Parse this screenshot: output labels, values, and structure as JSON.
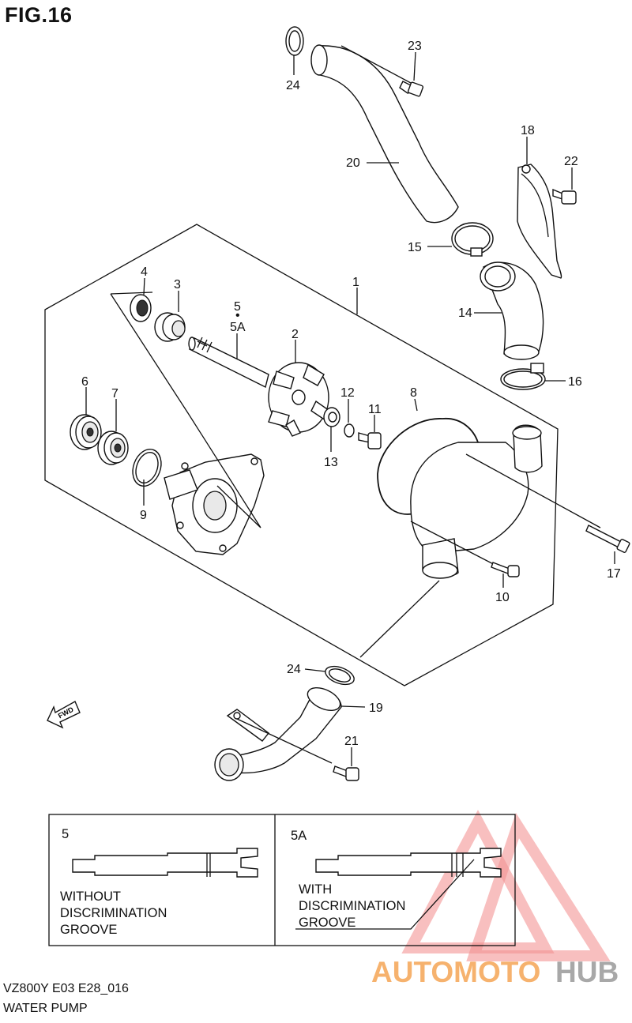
{
  "figure": {
    "title": "FIG.16",
    "code": "VZ800Y E03 E28_016",
    "caption": "WATER PUMP"
  },
  "callouts": [
    {
      "id": "c1",
      "label": "1"
    },
    {
      "id": "c2",
      "label": "2"
    },
    {
      "id": "c3",
      "label": "3"
    },
    {
      "id": "c4",
      "label": "4"
    },
    {
      "id": "c5",
      "label": "5"
    },
    {
      "id": "c5a",
      "label": "5A"
    },
    {
      "id": "c6",
      "label": "6"
    },
    {
      "id": "c7",
      "label": "7"
    },
    {
      "id": "c8",
      "label": "8"
    },
    {
      "id": "c9",
      "label": "9"
    },
    {
      "id": "c10",
      "label": "10"
    },
    {
      "id": "c11",
      "label": "11"
    },
    {
      "id": "c12",
      "label": "12"
    },
    {
      "id": "c13",
      "label": "13"
    },
    {
      "id": "c14",
      "label": "14"
    },
    {
      "id": "c15",
      "label": "15"
    },
    {
      "id": "c16",
      "label": "16"
    },
    {
      "id": "c17",
      "label": "17"
    },
    {
      "id": "c18",
      "label": "18"
    },
    {
      "id": "c19",
      "label": "19"
    },
    {
      "id": "c20",
      "label": "20"
    },
    {
      "id": "c21",
      "label": "21"
    },
    {
      "id": "c22",
      "label": "22"
    },
    {
      "id": "c23",
      "label": "23"
    },
    {
      "id": "c24a",
      "label": "24"
    },
    {
      "id": "c24b",
      "label": "24"
    }
  ],
  "fwd_label": "FWD",
  "inset": {
    "left": {
      "label": "5",
      "lines": [
        "WITHOUT",
        "DISCRIMINATION",
        "GROOVE"
      ]
    },
    "right": {
      "label": "5A",
      "lines": [
        "WITH",
        "DISCRIMINATION",
        "GROOVE"
      ]
    }
  },
  "watermark": {
    "part1": "AUTOMOTO",
    "part2": "HUB",
    "color1": "#f4a04a",
    "color2": "#9a9a9a",
    "triangle_color": "#f08080"
  }
}
